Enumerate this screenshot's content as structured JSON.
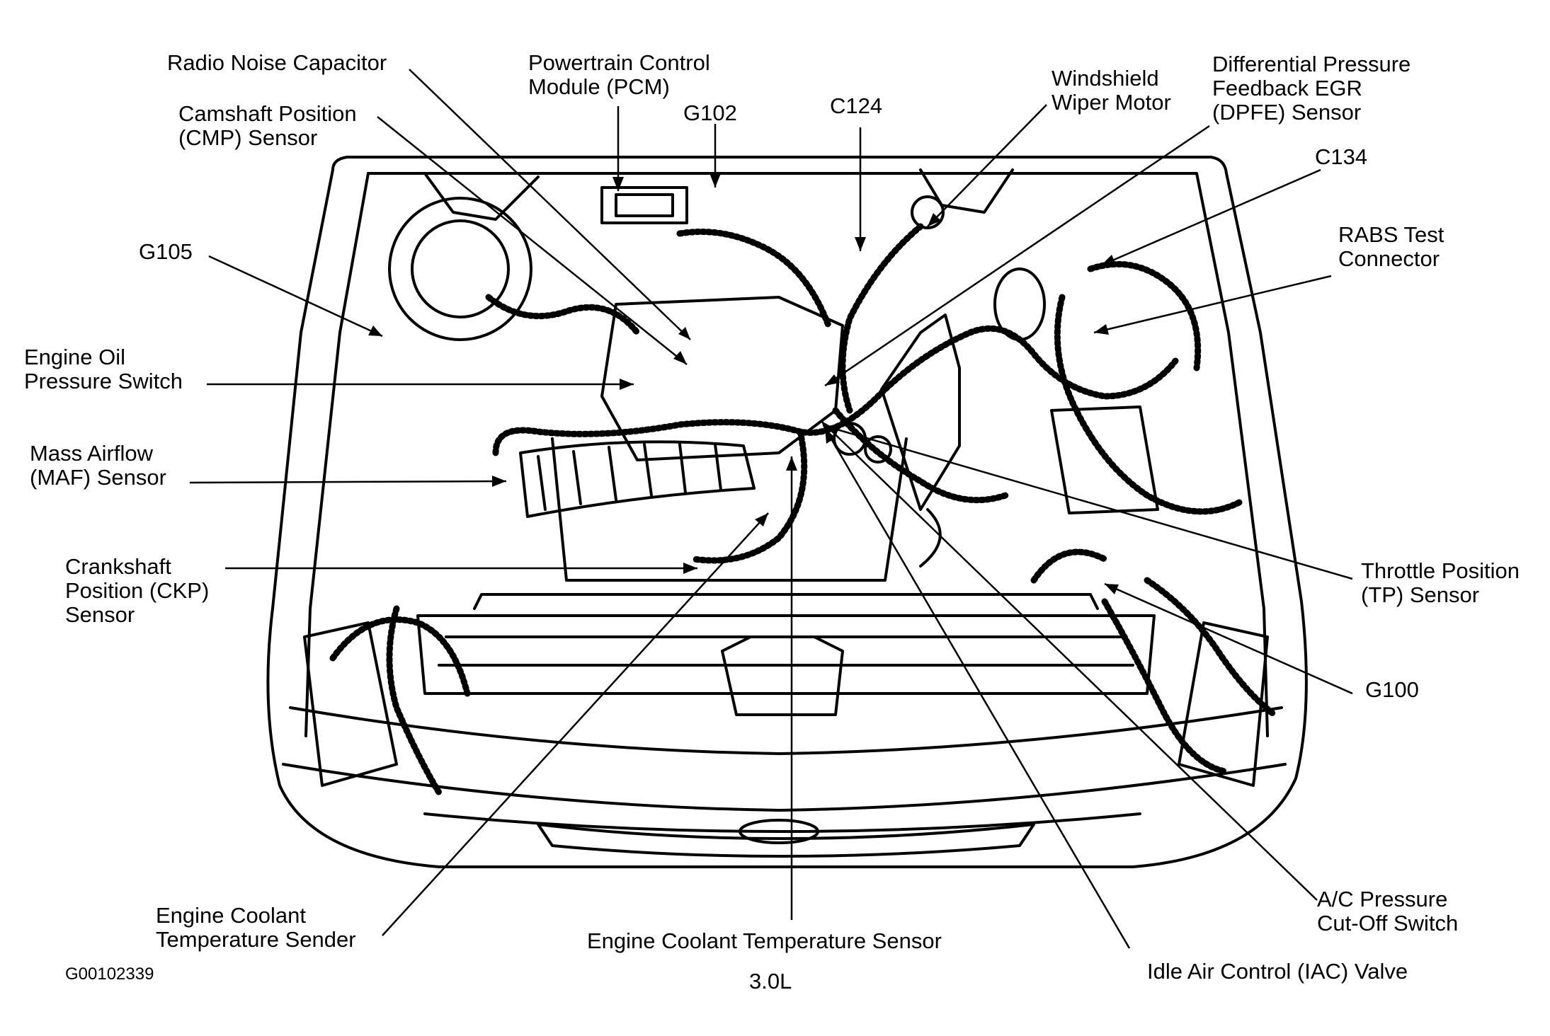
{
  "labels": {
    "radio_noise_capacitor": "Radio Noise Capacitor",
    "pcm": "Powertrain Control\nModule (PCM)",
    "g102": "G102",
    "c124": "C124",
    "wiper_motor": "Windshield\nWiper Motor",
    "dpfe": "Differential Pressure\nFeedback EGR\n(DPFE) Sensor",
    "cmp": "Camshaft Position\n(CMP) Sensor",
    "c134": "C134",
    "g105": "G105",
    "rabs": "RABS Test\nConnector",
    "oil_pressure": "Engine Oil\nPressure Switch",
    "maf": "Mass Airflow\n(MAF) Sensor",
    "ckp": "Crankshaft\nPosition (CKP)\nSensor",
    "tp": "Throttle Position\n(TP) Sensor",
    "g100": "G100",
    "ac_pressure": "A/C Pressure\nCut-Off Switch",
    "ect_sender": "Engine Coolant\nTemperature Sender",
    "ect_sensor": "Engine Coolant Temperature Sensor",
    "iac": "Idle Air Control (IAC) Valve",
    "figure_id": "G00102339",
    "engine": "3.0L"
  }
}
